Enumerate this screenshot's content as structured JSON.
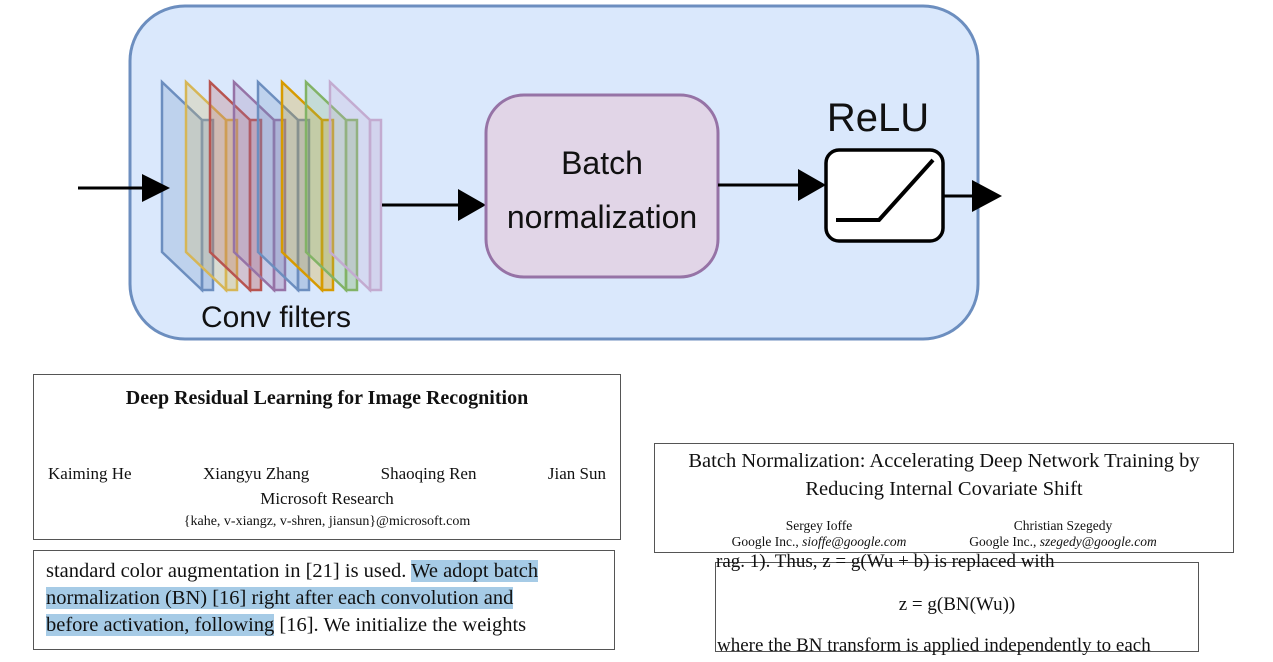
{
  "diagram": {
    "conv_label": "Conv filters",
    "bn_label_line1": "Batch",
    "bn_label_line2": "normalization",
    "relu_label": "ReLU",
    "colors": {
      "container_fill": "#dae8fc",
      "container_stroke": "#6c8ebf",
      "bn_fill": "#e1d5e7",
      "bn_stroke": "#9673a6",
      "filter_colors": [
        "#6c8ebf",
        "#d6b656",
        "#b85450",
        "#9673a6",
        "#6c8ebf",
        "#d79b00",
        "#82b366",
        "#c3abd0"
      ]
    }
  },
  "resnet_header": {
    "title": "Deep Residual Learning for Image Recognition",
    "authors": [
      "Kaiming He",
      "Xiangyu Zhang",
      "Shaoqing Ren",
      "Jian Sun"
    ],
    "affiliation": "Microsoft Research",
    "emails": "{kahe, v-xiangz, v-shren, jiansun}@microsoft.com"
  },
  "resnet_excerpt": {
    "line1_plain": "standard color augmentation in [21] is used. ",
    "line1_hl": "We adopt batch",
    "line2_hl": "normalization (BN) [16] right after each convolution and",
    "line3_hl": "before activation, following",
    "line3_plain": " [16].  We initialize the weights"
  },
  "bn_header": {
    "title_line1": "Batch Normalization: Accelerating Deep Network Training by",
    "title_line2": "Reducing Internal Covariate Shift",
    "author1_name": "Sergey Ioffe",
    "author1_aff": "Google Inc., ",
    "author1_email": "sioffe@google.com",
    "author2_name": "Christian Szegedy",
    "author2_aff": "Google Inc., ",
    "author2_email": "szegedy@google.com"
  },
  "bn_excerpt": {
    "top_cut": "rag. 1). Thus, z = g(Wu + b) is replaced with",
    "equation": "z = g(BN(Wu))",
    "bottom_cut": "where the BN transform is applied independently to each"
  }
}
